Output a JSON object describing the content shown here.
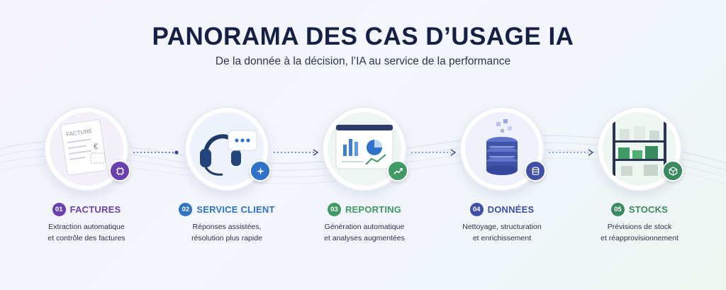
{
  "header": {
    "title": "PANORAMA DES CAS D’USAGE IA",
    "subtitle": "De la donnée à la décision, l’IA au service de la performance"
  },
  "colors": {
    "purple": "#6a3fb0",
    "blue": "#2f73c8",
    "green": "#3f9a63",
    "navy": "#3f4fa6",
    "teal": "#3a8a5f"
  },
  "steps": [
    {
      "number": "01",
      "label": "FACTURES",
      "line1": "Extraction automatique",
      "line2": "et contrôle des factures",
      "icon": "invoice-icon",
      "badge_icon": "chip-icon",
      "doc_title": "FACTURE",
      "doc_currency": "€"
    },
    {
      "number": "02",
      "label": "SERVICE CLIENT",
      "line1": "Réponses assistées,",
      "line2": "résolution plus rapide",
      "icon": "headset-icon",
      "badge_icon": "sparkle-icon"
    },
    {
      "number": "03",
      "label": "REPORTING",
      "line1": "Génération automatique",
      "line2": "et analyses augmentées",
      "icon": "dashboard-icon",
      "badge_icon": "trend-icon"
    },
    {
      "number": "04",
      "label": "DONNÉES",
      "line1": "Nettoyage, structuration",
      "line2": "et enrichissement",
      "icon": "database-icon",
      "badge_icon": "database-small-icon"
    },
    {
      "number": "05",
      "label": "STOCKS",
      "line1": "Prévisions de stock",
      "line2": "et réapprovisionnement",
      "icon": "shelves-icon",
      "badge_icon": "box-icon"
    }
  ]
}
